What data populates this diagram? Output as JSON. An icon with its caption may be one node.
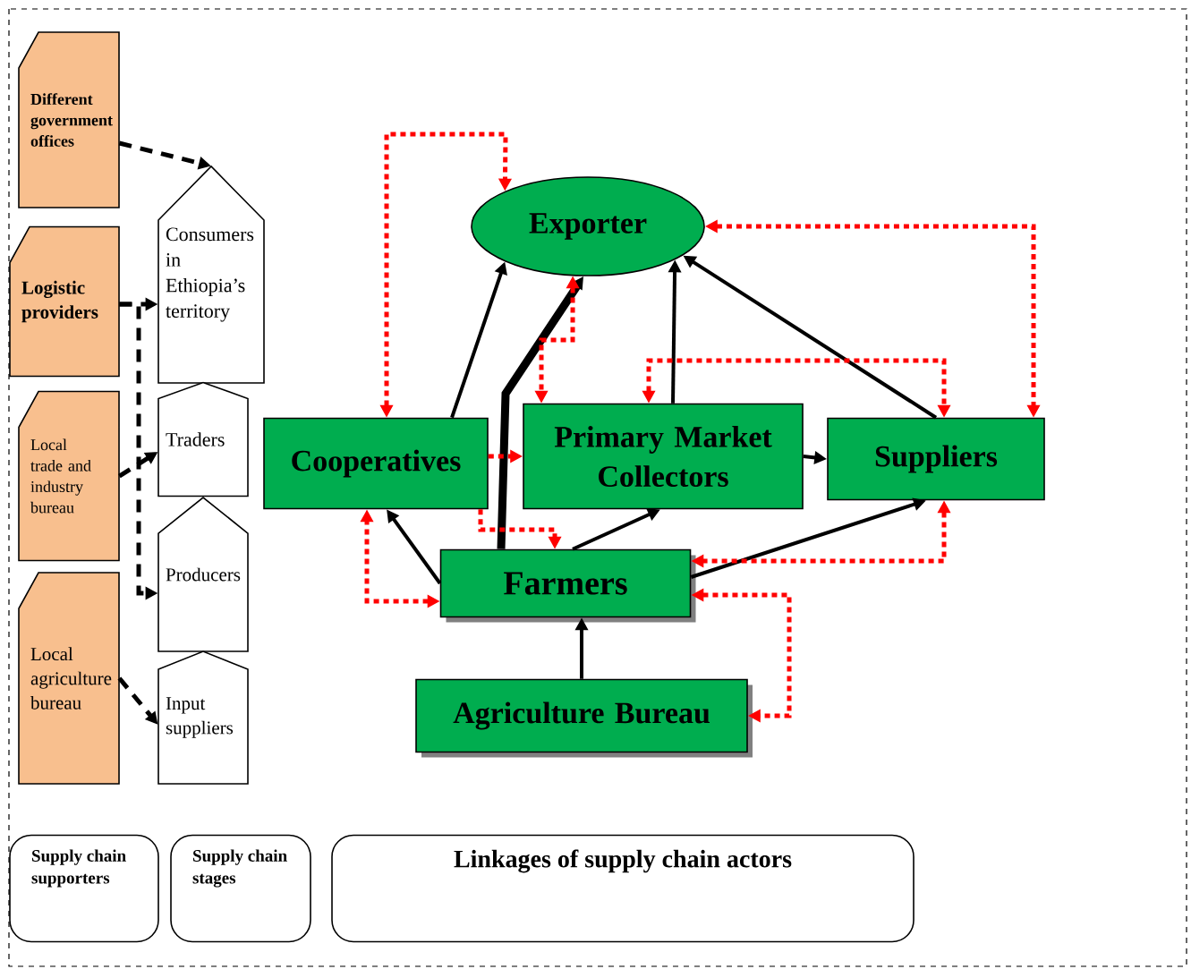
{
  "diagram": {
    "nodes": [
      {
        "text": [
          "Different government offices"
        ]
      },
      {
        "text": [
          "Logistic providers"
        ]
      },
      {
        "text": [
          "Local trade and industry bureau"
        ]
      },
      {
        "text": [
          "Local agriculture bureau"
        ]
      },
      {
        "text": [
          "Consumers in Ethiopia’s territory"
        ]
      },
      {
        "text": [
          "Traders"
        ]
      },
      {
        "text": [
          "Producers"
        ]
      },
      {
        "text": [
          "Input suppliers"
        ]
      },
      {
        "text": [
          "Exporter"
        ]
      },
      {
        "text": [
          "Cooperatives"
        ]
      },
      {
        "text": [
          "Primary Market Collectors"
        ]
      },
      {
        "text": [
          "Suppliers"
        ]
      },
      {
        "text": [
          "Farmers"
        ]
      },
      {
        "text": [
          "Agriculture Bureau"
        ]
      },
      {
        "text": [
          "Supply chain supporters"
        ]
      },
      {
        "text": [
          "Supply chain stages"
        ]
      },
      {
        "text": [
          "Linkages of supply chain actors"
        ]
      }
    ],
    "edges": [
      {
        "from": 0,
        "to": 4,
        "arrow": "to",
        "style": "dashed"
      },
      {
        "from": 1,
        "to": 4,
        "arrow": "to",
        "style": "dashed"
      },
      {
        "from": 1,
        "to": 6,
        "arrow": "to",
        "style": "dashed"
      },
      {
        "from": 2,
        "to": 5,
        "arrow": "to",
        "style": "dashed"
      },
      {
        "from": 3,
        "to": 7,
        "arrow": "to",
        "style": "dashed"
      },
      {
        "from": 9,
        "to": 8,
        "arrow": "to"
      },
      {
        "from": 12,
        "to": 8,
        "arrow": "to",
        "style": "thick"
      },
      {
        "from": 10,
        "to": 8,
        "arrow": "to"
      },
      {
        "from": 11,
        "to": 8,
        "arrow": "to"
      },
      {
        "from": 10,
        "to": 11,
        "arrow": "to"
      },
      {
        "from": 12,
        "to": 9,
        "arrow": "to"
      },
      {
        "from": 12,
        "to": 10,
        "arrow": "to"
      },
      {
        "from": 12,
        "to": 11,
        "arrow": "to"
      },
      {
        "from": 13,
        "to": 12,
        "arrow": "to"
      },
      {
        "from": 9,
        "to": 8,
        "arrow": "both",
        "style": "dashed",
        "color": "#ff0000"
      },
      {
        "from": 8,
        "to": 11,
        "arrow": "both",
        "style": "dashed",
        "color": "#ff0000"
      },
      {
        "from": 8,
        "to": 10,
        "arrow": "both",
        "style": "dashed",
        "color": "#ff0000"
      },
      {
        "from": 10,
        "to": 11,
        "arrow": "both",
        "style": "dashed",
        "color": "#ff0000"
      },
      {
        "from": 9,
        "to": 10,
        "arrow": "to",
        "style": "dashed",
        "color": "#ff0000"
      },
      {
        "from": 9,
        "to": 12,
        "arrow": "to",
        "style": "dashed",
        "color": "#ff0000"
      },
      {
        "from": 12,
        "to": 9,
        "arrow": "both",
        "style": "dashed",
        "color": "#ff0000"
      },
      {
        "from": 11,
        "to": 12,
        "arrow": "both",
        "style": "dashed",
        "color": "#ff0000"
      },
      {
        "from": 12,
        "to": 13,
        "arrow": "both",
        "style": "dashed",
        "color": "#ff0000"
      }
    ]
  }
}
